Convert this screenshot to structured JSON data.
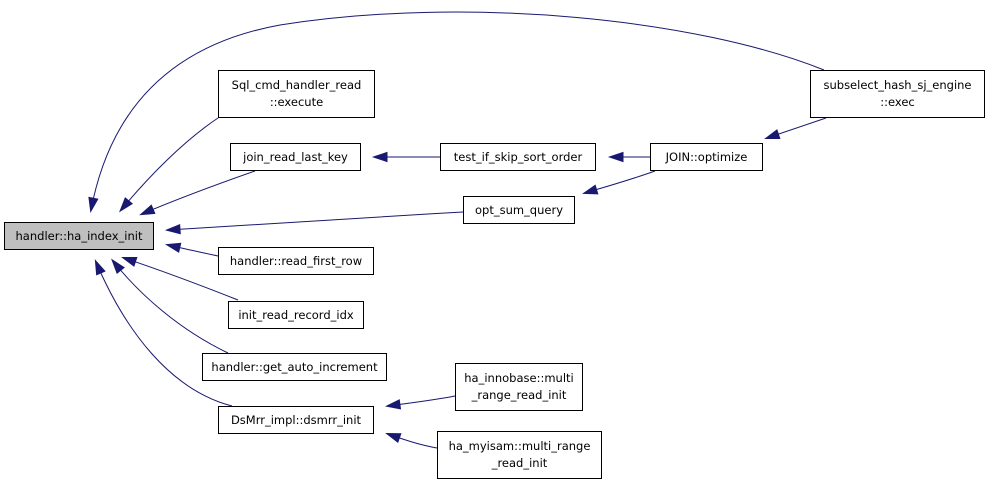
{
  "colors": {
    "edge": "#191970",
    "root_fill": "#bfbfbf",
    "node_fill": "#ffffff",
    "border": "#000000"
  },
  "nodes": [
    {
      "id": "ha_index_init",
      "lines": [
        "handler::ha_index_init"
      ],
      "root": true
    },
    {
      "id": "sql_cmd",
      "lines": [
        "Sql_cmd_handler_read",
        "::execute"
      ]
    },
    {
      "id": "join_read",
      "lines": [
        "join_read_last_key"
      ]
    },
    {
      "id": "test_skip",
      "lines": [
        "test_if_skip_sort_order"
      ]
    },
    {
      "id": "join_opt",
      "lines": [
        "JOIN::optimize"
      ]
    },
    {
      "id": "subselect",
      "lines": [
        "subselect_hash_sj_engine",
        "::exec"
      ]
    },
    {
      "id": "opt_sum",
      "lines": [
        "opt_sum_query"
      ]
    },
    {
      "id": "read_first",
      "lines": [
        "handler::read_first_row"
      ]
    },
    {
      "id": "init_read",
      "lines": [
        "init_read_record_idx"
      ]
    },
    {
      "id": "get_auto",
      "lines": [
        "handler::get_auto_increment"
      ]
    },
    {
      "id": "dsmrr",
      "lines": [
        "DsMrr_impl::dsmrr_init"
      ]
    },
    {
      "id": "innobase",
      "lines": [
        "ha_innobase::multi",
        "_range_read_init"
      ]
    },
    {
      "id": "myisam",
      "lines": [
        "ha_myisam::multi_range",
        "_read_init"
      ]
    }
  ],
  "edges": [
    {
      "from": "sql_cmd",
      "to": "ha_index_init"
    },
    {
      "from": "join_read",
      "to": "ha_index_init"
    },
    {
      "from": "opt_sum",
      "to": "ha_index_init"
    },
    {
      "from": "read_first",
      "to": "ha_index_init"
    },
    {
      "from": "init_read",
      "to": "ha_index_init"
    },
    {
      "from": "get_auto",
      "to": "ha_index_init"
    },
    {
      "from": "dsmrr",
      "to": "ha_index_init"
    },
    {
      "from": "subselect",
      "to": "ha_index_init"
    },
    {
      "from": "test_skip",
      "to": "join_read"
    },
    {
      "from": "join_opt",
      "to": "test_skip"
    },
    {
      "from": "join_opt",
      "to": "opt_sum"
    },
    {
      "from": "subselect",
      "to": "join_opt"
    },
    {
      "from": "innobase",
      "to": "dsmrr"
    },
    {
      "from": "myisam",
      "to": "dsmrr"
    }
  ]
}
